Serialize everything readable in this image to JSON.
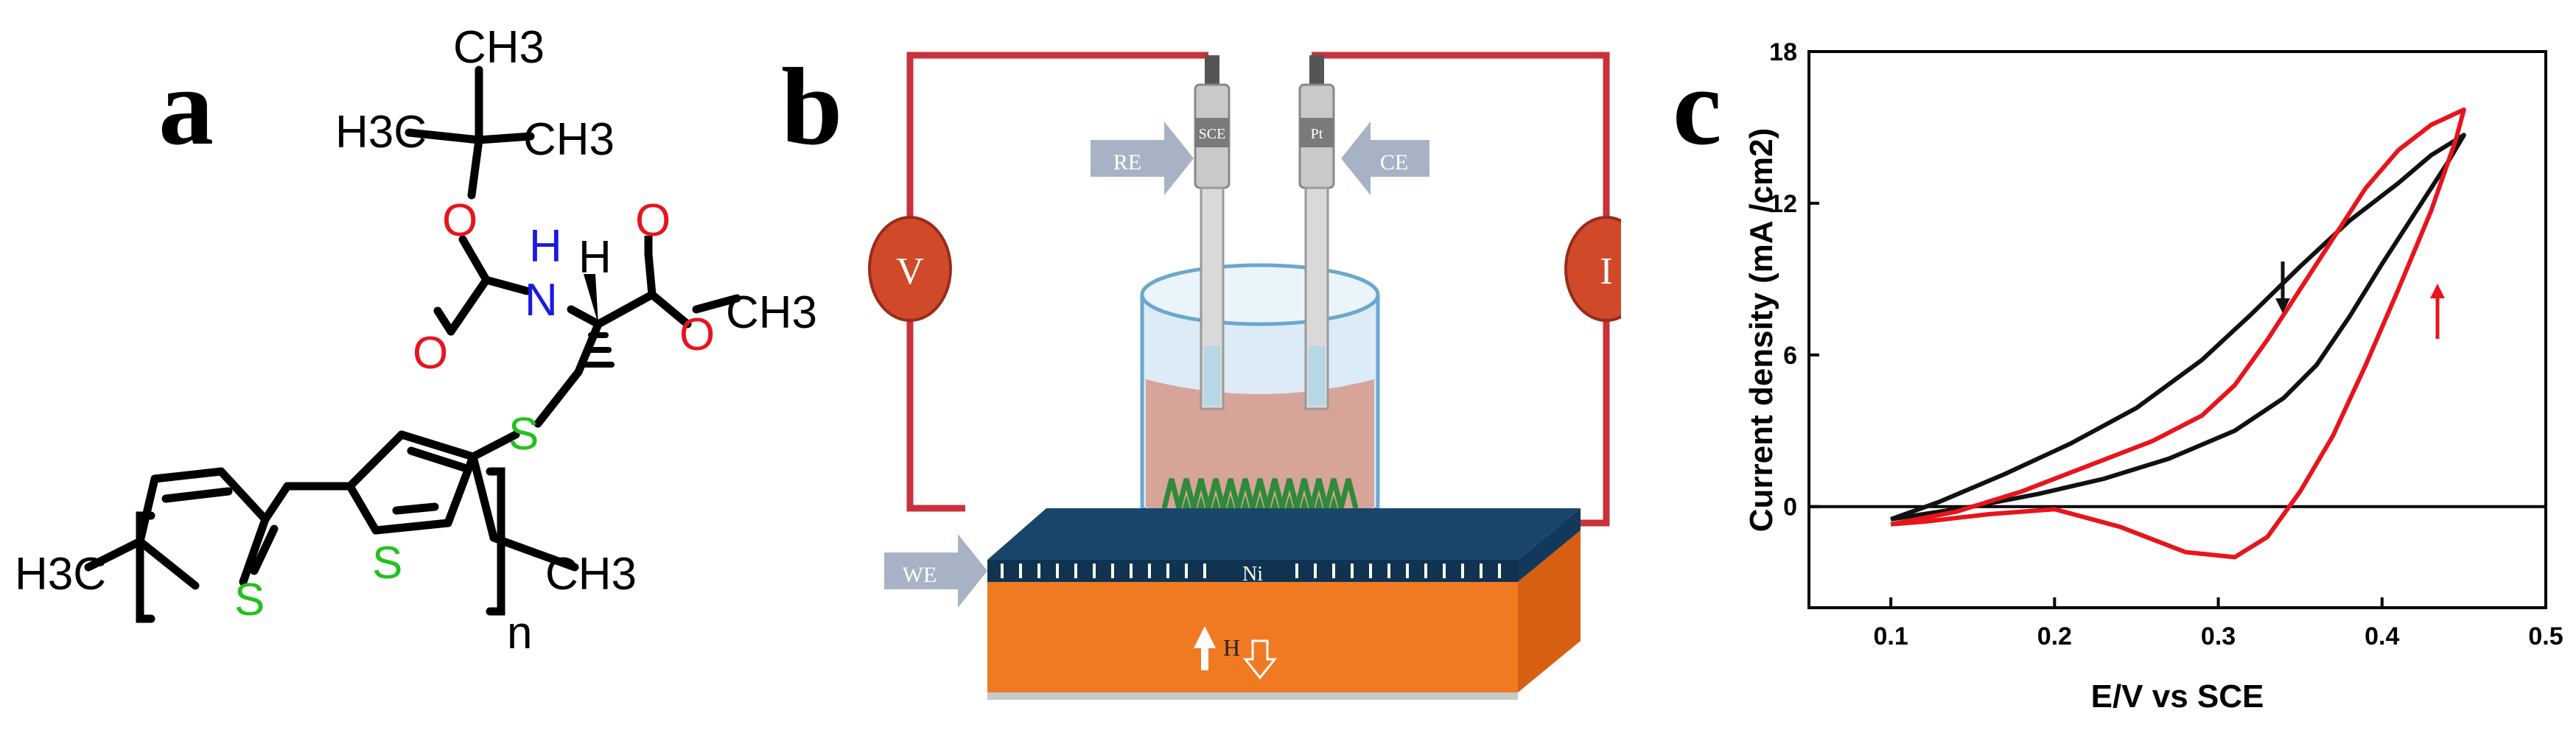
{
  "figure": {
    "panel_labels": [
      "a",
      "b",
      "c"
    ]
  },
  "molecule": {
    "atoms": {
      "ch3_top": "CH3",
      "h3c_left_top": "H3C",
      "ch3_right_top": "CH3",
      "o_ester": "O",
      "o_carbonyl_left": "O",
      "o_carbonyl_right": "O",
      "o_methoxy": "O",
      "och3": "CH3",
      "nh_h": "H",
      "nh_n": "N",
      "alpha_h": "H",
      "sulfur_thioether": "S",
      "sulfur_ring1": "S",
      "sulfur_ring2": "S",
      "h3c_end": "H3C",
      "ch3_end": "CH3",
      "n_repeat": "n"
    },
    "colors": {
      "oxygen": "#e8141c",
      "nitrogen": "#1a1adf",
      "sulfur": "#22c21c",
      "carbon": "#000000"
    }
  },
  "schematic": {
    "labels": {
      "re": "RE",
      "ce": "CE",
      "we": "WE",
      "voltmeter": "V",
      "ammeter": "I",
      "sce_electrode": "SCE",
      "pt_electrode": "Pt",
      "ni": "Ni",
      "h_field": "H"
    },
    "colors": {
      "wire": "#c8323a",
      "meter": "#d04a2a",
      "ni_layer": "#17466a",
      "substrate": "#f07a22"
    }
  },
  "chart_data": {
    "type": "line",
    "xlabel": "E/V vs SCE",
    "ylabel": "Current density (mA /cm2)",
    "xlim": [
      0.05,
      0.5
    ],
    "ylim": [
      -4,
      18
    ],
    "xticks": [
      0.1,
      0.2,
      0.3,
      0.4,
      0.5
    ],
    "yticks": [
      0,
      6,
      12,
      18
    ],
    "xtick_labels": [
      "0.1",
      "0.2",
      "0.3",
      "0.4",
      "0.5"
    ],
    "ytick_labels": [
      "0",
      "6",
      "12",
      "18"
    ],
    "zero_line": true,
    "series": [
      {
        "color": "#111111",
        "x": [
          0.1,
          0.13,
          0.17,
          0.21,
          0.25,
          0.29,
          0.32,
          0.35,
          0.38,
          0.41,
          0.43,
          0.45,
          0.44,
          0.42,
          0.4,
          0.38,
          0.36,
          0.34,
          0.31,
          0.27,
          0.23,
          0.19,
          0.15,
          0.12,
          0.1
        ],
        "y": [
          -0.5,
          0.2,
          1.3,
          2.5,
          3.9,
          5.8,
          7.6,
          9.5,
          11.3,
          12.8,
          13.9,
          14.7,
          13.6,
          11.6,
          9.6,
          7.5,
          5.6,
          4.3,
          3.0,
          1.9,
          1.1,
          0.5,
          0.0,
          -0.3,
          -0.5
        ]
      },
      {
        "color": "#e8141c",
        "x": [
          0.1,
          0.14,
          0.18,
          0.22,
          0.26,
          0.29,
          0.31,
          0.33,
          0.35,
          0.37,
          0.39,
          0.41,
          0.43,
          0.45,
          0.445,
          0.43,
          0.41,
          0.39,
          0.37,
          0.35,
          0.33,
          0.31,
          0.28,
          0.24,
          0.2,
          0.16,
          0.12,
          0.1
        ],
        "y": [
          -0.7,
          -0.2,
          0.6,
          1.6,
          2.6,
          3.6,
          4.8,
          6.6,
          8.6,
          10.6,
          12.6,
          14.1,
          15.1,
          15.7,
          14.5,
          11.7,
          8.6,
          5.6,
          2.8,
          0.6,
          -1.2,
          -2.0,
          -1.8,
          -0.8,
          -0.1,
          -0.3,
          -0.6,
          -0.7
        ]
      }
    ]
  }
}
